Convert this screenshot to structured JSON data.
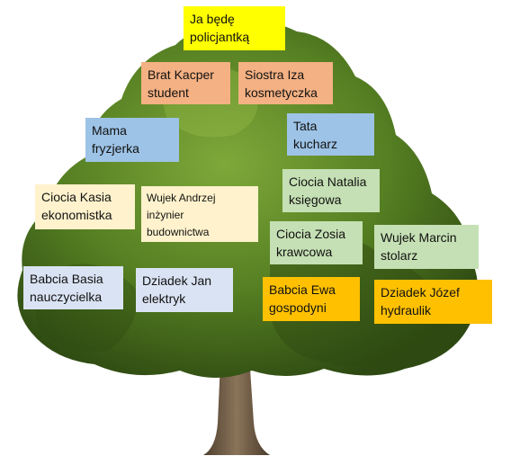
{
  "colors": {
    "yellow": "#ffff00",
    "salmon": "#f4b183",
    "blue": "#9dc3e6",
    "cream": "#fff2cc",
    "green": "#c5e0b4",
    "lavender": "#dae3f3",
    "orange": "#ffc000",
    "foliage_dark": "#2e4a12",
    "foliage_light": "#6e9a2c",
    "trunk": "#6b5640"
  },
  "family": {
    "me": {
      "name": "Ja będę",
      "job": "policjantką"
    },
    "brother": {
      "name": "Brat Kacper",
      "job": "student"
    },
    "sister": {
      "name": "Siostra Iza",
      "job": "kosmetyczka"
    },
    "mother": {
      "name": "Mama",
      "job": "fryzjerka"
    },
    "father": {
      "name": "Tata",
      "job": "kucharz"
    },
    "aunt_kasia": {
      "name": "Ciocia Kasia",
      "job": "ekonomistka"
    },
    "uncle_andrzej": {
      "name": "Wujek Andrzej",
      "job": "inżynier",
      "job2": "budownictwa"
    },
    "aunt_natalia": {
      "name": "Ciocia Natalia",
      "job": "księgowa"
    },
    "aunt_zosia": {
      "name": "Ciocia Zosia",
      "job": "krawcowa"
    },
    "uncle_marcin": {
      "name": "Wujek Marcin",
      "job": "stolarz"
    },
    "grandma_basia": {
      "name": "Babcia Basia",
      "job": "nauczycielka"
    },
    "grandpa_jan": {
      "name": "Dziadek Jan",
      "job": "elektryk"
    },
    "grandma_ewa": {
      "name": "Babcia Ewa",
      "job": "gospodyni"
    },
    "grandpa_jozef": {
      "name": "Dziadek Józef",
      "job": "hydraulik"
    }
  }
}
